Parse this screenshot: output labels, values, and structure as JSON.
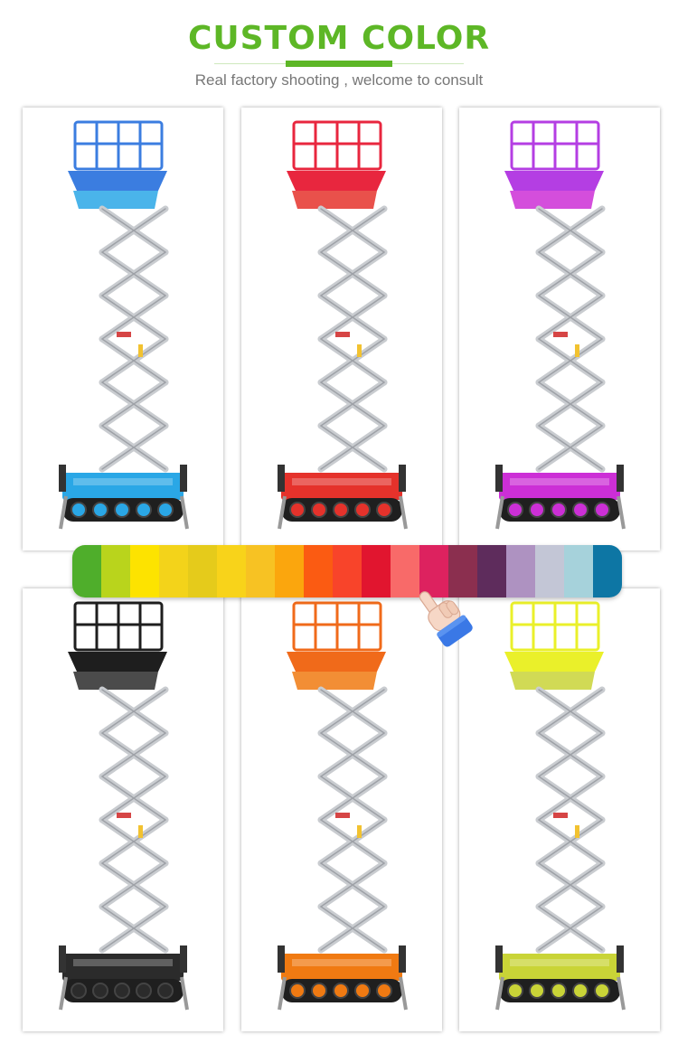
{
  "header": {
    "title": "CUSTOM COLOR",
    "subtitle": "Real factory shooting , welcome to consult",
    "accent": "#5db726"
  },
  "lifts": [
    {
      "name": "blue",
      "color": "#2aa7e6",
      "platform": "#3b7de0"
    },
    {
      "name": "red",
      "color": "#e5322b",
      "platform": "#e8263e"
    },
    {
      "name": "purple",
      "color": "#cc2fd6",
      "platform": "#b43ee3"
    },
    {
      "name": "black",
      "color": "#2b2b2b",
      "platform": "#1e1e1e"
    },
    {
      "name": "orange",
      "color": "#f07a12",
      "platform": "#f06a1a"
    },
    {
      "name": "yellow",
      "color": "#c9d437",
      "platform": "#eaf02a"
    }
  ],
  "palette": {
    "swatches": [
      "#4fae2b",
      "#b9d41c",
      "#fde300",
      "#f3d31a",
      "#e5cb1b",
      "#f8d31a",
      "#f7c223",
      "#fba60d",
      "#fb5b12",
      "#f8442a",
      "#e1152f",
      "#f86a69",
      "#dd225f",
      "#8b2f4f",
      "#5e2c5c",
      "#ae92c1",
      "#c3c6d6",
      "#a6d2db",
      "#0d76a4"
    ]
  },
  "pointer": {
    "icon": "pointing-hand-icon"
  }
}
